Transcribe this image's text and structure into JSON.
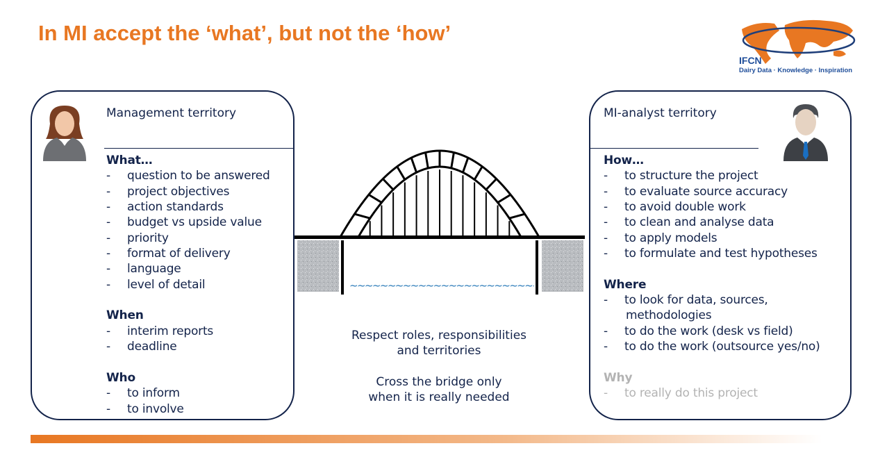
{
  "title": "In MI accept the ‘what’, but not the ‘how’",
  "logo": {
    "name": "IFCN",
    "tagline": "Dairy Data · Knowledge · Inspiration"
  },
  "left": {
    "territory": "Management territory",
    "sections": {
      "what": {
        "heading": "What…",
        "items": [
          "question to be answered",
          "project objectives",
          "action standards",
          "budget vs upside value",
          "priority",
          "format of delivery",
          "language",
          "level of detail"
        ]
      },
      "when": {
        "heading": "When",
        "items": [
          "interim reports",
          "deadline"
        ]
      },
      "who": {
        "heading": "Who",
        "items": [
          "to inform",
          "to involve"
        ]
      }
    }
  },
  "right": {
    "territory": "MI-analyst territory",
    "sections": {
      "how": {
        "heading": "How…",
        "items": [
          "to structure the project",
          "to evaluate source accuracy",
          "to avoid double work",
          "to clean and analyse data",
          "to apply models",
          "to formulate and test hypotheses"
        ]
      },
      "where": {
        "heading": "Where",
        "items": [
          "to look for data, sources,",
          "methodologies",
          "to do the work (desk vs field)",
          "to do the work (outsource yes/no)"
        ]
      },
      "why": {
        "heading": "Why",
        "items": [
          "to really do this project"
        ]
      }
    }
  },
  "center": {
    "line1": "Respect roles, responsibilities",
    "line2": "and territories",
    "line3": "Cross the bridge only",
    "line4": "when it is really needed",
    "water": "~~~~~~~~~~~~~~~~~~~~~~~~~~~~"
  },
  "colors": {
    "accent": "#e87722",
    "text": "#13234a",
    "muted": "#b3b3b3",
    "water": "#2a7ab8"
  }
}
